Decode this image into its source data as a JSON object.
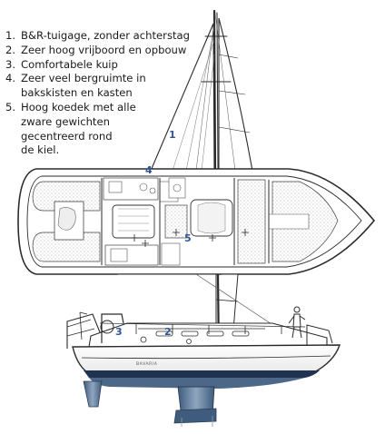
{
  "features": [
    {
      "num": "1.",
      "text": "B&R-tuigage, zonder achterstag"
    },
    {
      "num": "2.",
      "text": "Zeer hoog vrijboord en opbouw"
    },
    {
      "num": "3.",
      "text": "Comfortabele kuip"
    },
    {
      "num": "4.",
      "text": "Zeer veel bergruimte in\nbakskisten en kasten"
    },
    {
      "num": "5.",
      "text": "Hoog koedek met alle\nzware gewichten\ngecentreerd rond\nde kiel."
    }
  ],
  "callouts": [
    "1",
    "2",
    "3",
    "4",
    "5"
  ],
  "hull_name": "BAVARIA",
  "colors": {
    "line": "#2b2b2b",
    "callout": "#2f5597",
    "hull_underwater": "#4c6788",
    "hull_underwater_light": "#9fb3c8",
    "stripe": "#1f3350",
    "fill_light": "#f3f3f3",
    "hatch": "#d9d9d9"
  }
}
